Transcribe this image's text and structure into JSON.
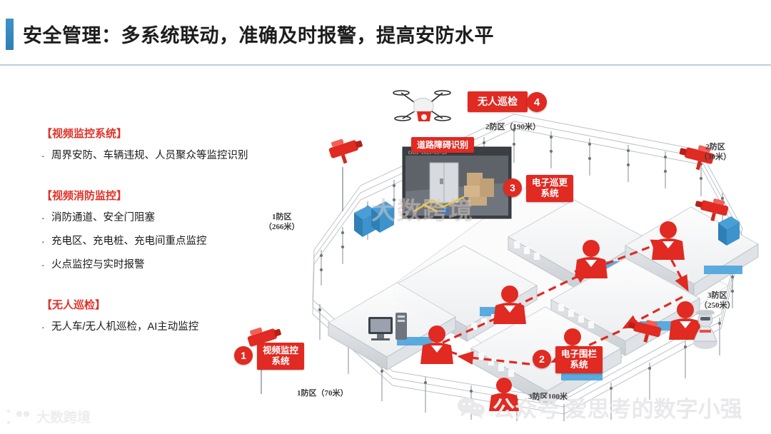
{
  "header": {
    "title": "安全管理：多系统联动，准确及时报警，提高安防水平",
    "accent_color": "#3f92c8"
  },
  "left_panel": {
    "sections": [
      {
        "heading": "【视频监控系统】",
        "bullets": [
          "周界安防、车辆违规、人员聚众等监控识别"
        ]
      },
      {
        "heading": "【视频消防监控】",
        "bullets": [
          "消防通道、安全门阻塞",
          "充电区、充电桩、充电间重点监控",
          "火点监控与实时报警"
        ]
      },
      {
        "heading": "【无人巡检】",
        "bullets": [
          "无人车/无人机巡检，AI主动监控"
        ]
      }
    ],
    "bullet_marker": "·",
    "heading_color": "#e03127"
  },
  "diagram": {
    "accent_color": "#e02a22",
    "callouts": [
      {
        "id": "1",
        "label": "视频监控\n系统",
        "badge": "1"
      },
      {
        "id": "2",
        "label": "电子围栏\n系统",
        "badge": "2"
      },
      {
        "id": "3",
        "label": "电子巡更\n系统",
        "badge": "3"
      },
      {
        "id": "4",
        "label": "无人巡检",
        "badge": "4"
      }
    ],
    "annotation": "道路障碍识别",
    "zone_labels": [
      "2防区（190米）",
      "2防区\n（30米）",
      "1防区\n（266米）",
      "3防区\n（250米）",
      "1防区（70米）",
      "3防区100米"
    ],
    "video_feed_caption": "CH01  2023-05-18"
  },
  "watermarks": {
    "wechat": "公众号 爱思考的数字小强",
    "center": "大数跨境",
    "bottom_left_logo": "大数跨境"
  }
}
